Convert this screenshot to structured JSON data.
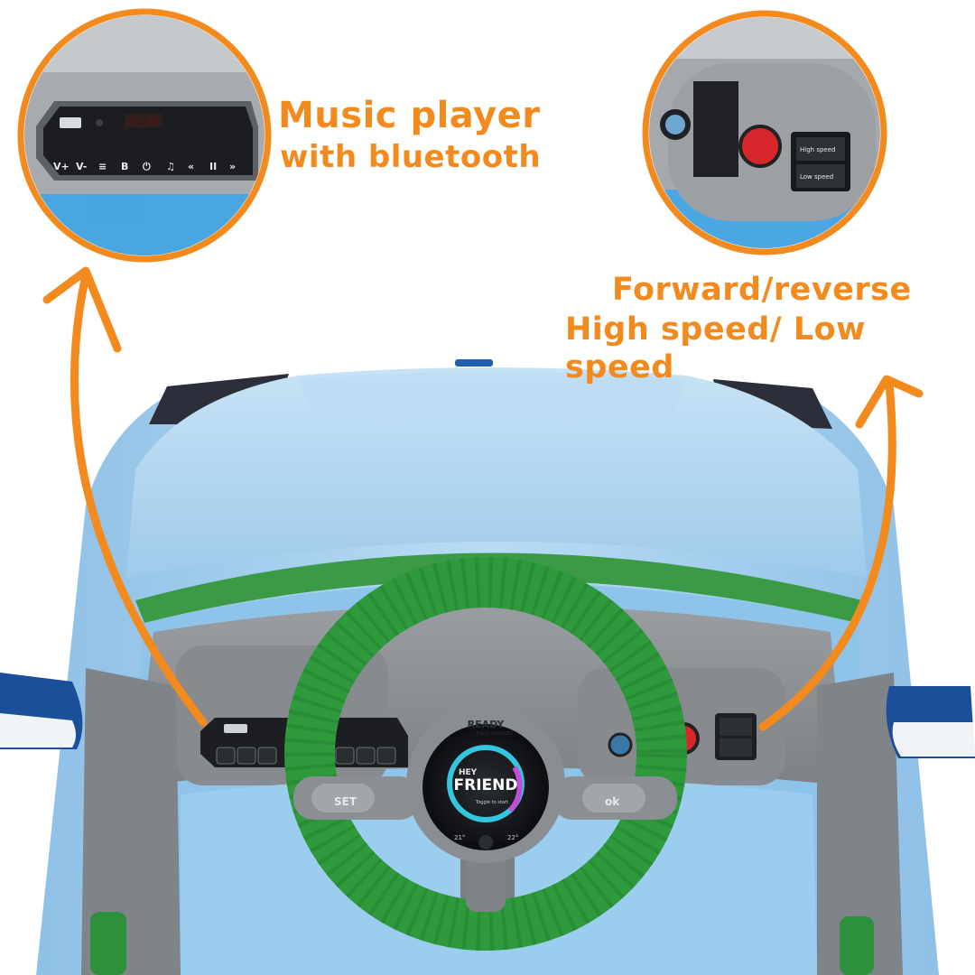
{
  "callouts": {
    "music": {
      "title": "Music player",
      "subtitle": "with bluetooth"
    },
    "speed": {
      "line1": "Forward/reverse",
      "line2": "High speed/ Low speed"
    }
  },
  "music_panel": {
    "buttons": [
      "V+",
      "V-",
      "≡",
      "B",
      "⏻",
      "♫",
      "«",
      "II",
      "»"
    ],
    "display": "88:88"
  },
  "speed_switch": {
    "high_label": "High speed",
    "low_label": "Low speed"
  },
  "steering_screen": {
    "status": "READY",
    "status_sub": "FULLY CHARGED",
    "greeting_top": "HEY",
    "greeting_main": "FRIEND",
    "hint": "Toggle to start",
    "temp_left": "21°",
    "temp_right": "22°",
    "left_button": "SET",
    "right_button": "ok"
  },
  "colors": {
    "accent_orange": "#f28a1e",
    "car_blue": "#a9d3f2",
    "wheel_green": "#2f9a3c",
    "dash_gray": "#8e9296"
  },
  "icons": [
    "arrow-up-left-icon",
    "arrow-up-right-icon",
    "power-icon",
    "bluetooth-icon"
  ]
}
